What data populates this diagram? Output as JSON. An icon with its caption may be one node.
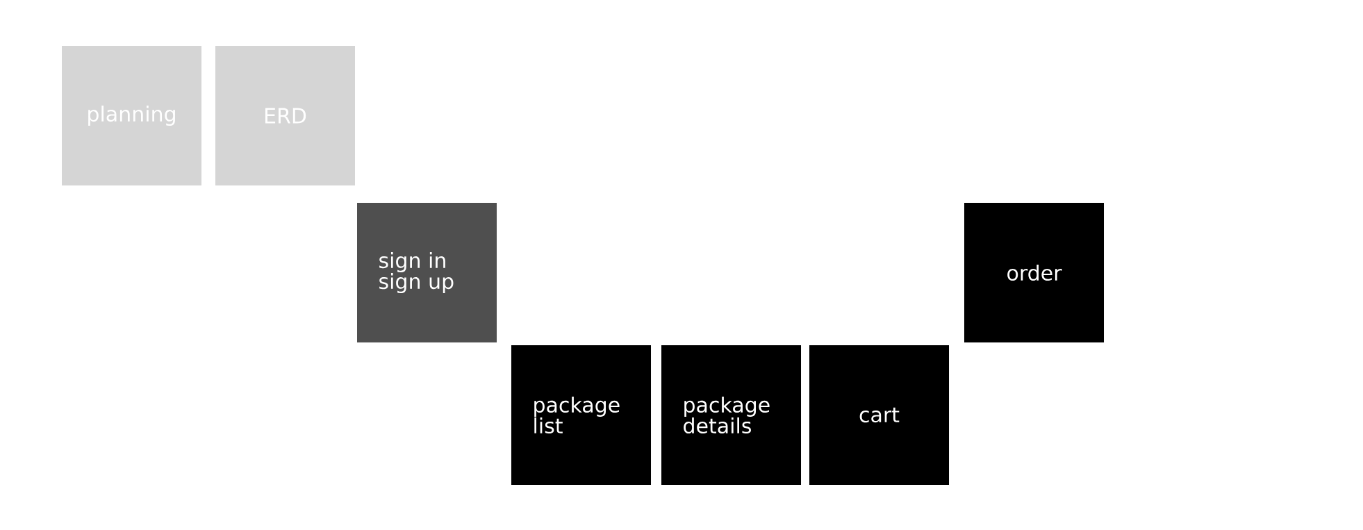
{
  "diagram": {
    "nodes": [
      {
        "text": [
          "planning"
        ]
      },
      {
        "text": [
          "ERD"
        ]
      },
      {
        "text": [
          "sign in sign up"
        ]
      },
      {
        "text": [
          "package list"
        ]
      },
      {
        "text": [
          "package details"
        ]
      },
      {
        "text": [
          "cart"
        ]
      },
      {
        "text": [
          "order"
        ]
      }
    ]
  }
}
